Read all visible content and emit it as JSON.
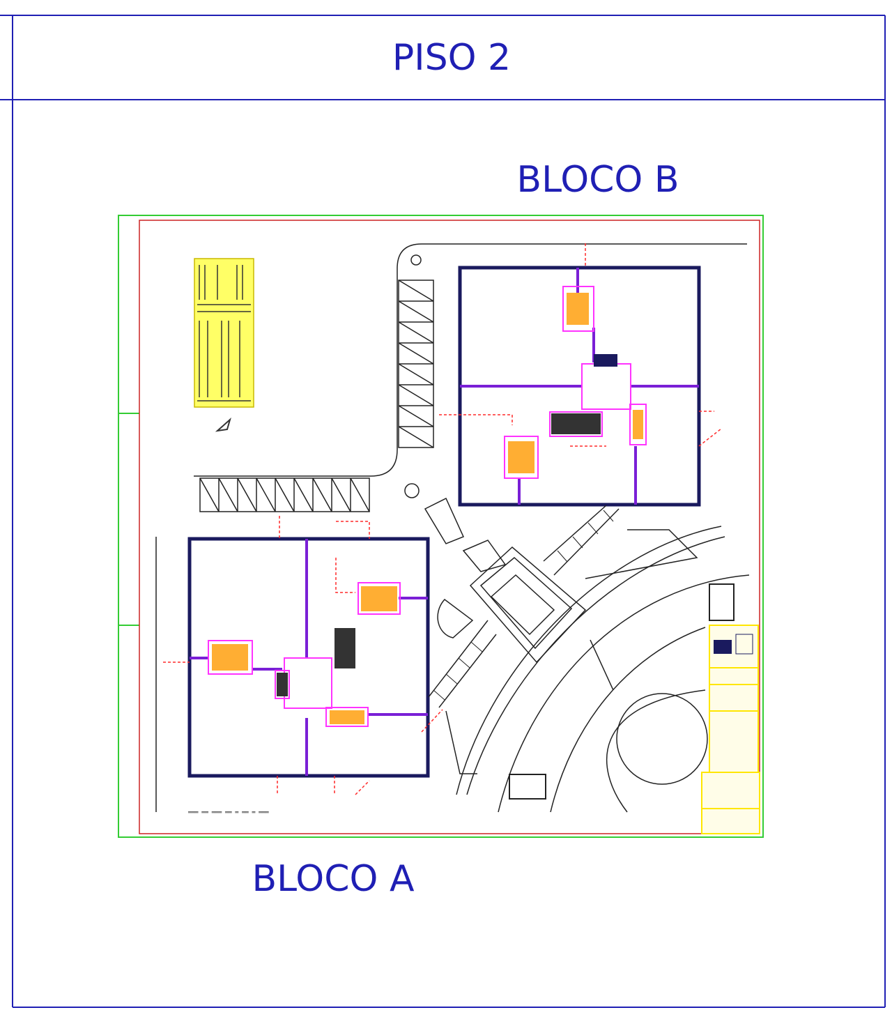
{
  "header": {
    "title": "PISO 2"
  },
  "plan": {
    "block_b_label": "BLOCO B",
    "block_a_label": "BLOCO A"
  },
  "colors": {
    "frame": "#1f1fb4",
    "title_text": "#1f1fb4",
    "outer_boundary": "#33cc33",
    "inner_boundary": "#cc2222",
    "wall": "#1a1a5e",
    "partition": "#7a1fd6",
    "wet_area": "#ff33ff",
    "circuit": "#ff2a2a",
    "legend_fill": "#ffff66",
    "title_block": "#ffe600"
  },
  "icons": [
    "stair-icon",
    "elevator-icon",
    "fountain-icon"
  ]
}
